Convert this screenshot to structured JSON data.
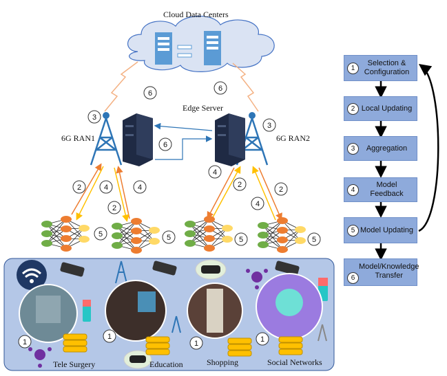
{
  "title": "Cloud Data Centers",
  "edge_server": "Edge Server",
  "ran_left": "6G RAN1",
  "ran_right": "6G RAN2",
  "markers": {
    "one": "1",
    "two": "2",
    "three": "3",
    "four": "4",
    "five": "5",
    "six": "6"
  },
  "steps": [
    {
      "num": "1",
      "label": "Selection & Configuration"
    },
    {
      "num": "2",
      "label": "Local Updating"
    },
    {
      "num": "3",
      "label": "Aggregation"
    },
    {
      "num": "4",
      "label": "Model Feedback"
    },
    {
      "num": "5",
      "label": "Model Updating"
    },
    {
      "num": "6",
      "label": "Model/Knowledge Transfer"
    }
  ],
  "scenarios": [
    "Tele Surgery",
    "Education",
    "Shopping",
    "Social Networks"
  ],
  "colors": {
    "cloud": "#dae3f3",
    "server_blue": "#5b9bd5",
    "tower": "#2e75b6",
    "step_box": "#8eaadb",
    "arrow_orange": "#ed7d31",
    "arrow_yellow": "#ffc000",
    "node_green": "#70ad47",
    "node_orange": "#ed7d31",
    "node_yellow": "#ffd966",
    "panel": "#b4c7e7"
  },
  "icons": [
    "cloud-icon",
    "server-rack-icon",
    "cell-tower-icon",
    "neural-network-icon",
    "wifi-icon",
    "cctv-camera-icon",
    "battery-icon",
    "coin-stack-icon",
    "vr-headset-icon",
    "molecule-icon",
    "hospital-photo",
    "classroom-photo",
    "store-photo",
    "metaverse-photo"
  ]
}
